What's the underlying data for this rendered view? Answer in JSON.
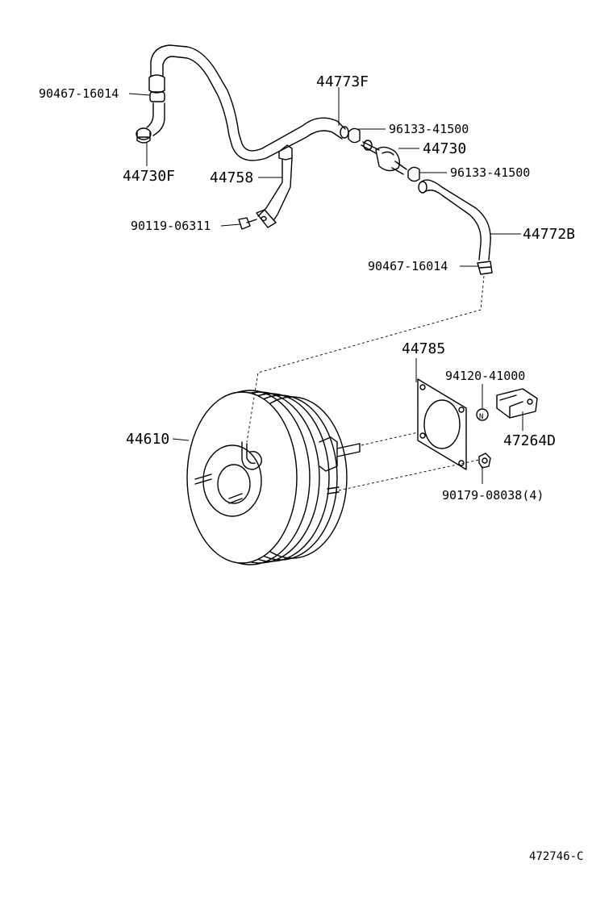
{
  "diagram": {
    "reference_code": "472746-C",
    "labels": {
      "p90467_top": "90467-16014",
      "p44730F": "44730F",
      "p44773F": "44773F",
      "p96133_top": "96133-41500",
      "p44730": "44730",
      "p96133_bottom": "96133-41500",
      "p44758": "44758",
      "p90119": "90119-06311",
      "p44772B": "44772B",
      "p90467_bottom": "90467-16014",
      "p44785": "44785",
      "p94120": "94120-41000",
      "p44610": "44610",
      "p47264D": "47264D",
      "p90179": "90179-08038(4)"
    }
  }
}
